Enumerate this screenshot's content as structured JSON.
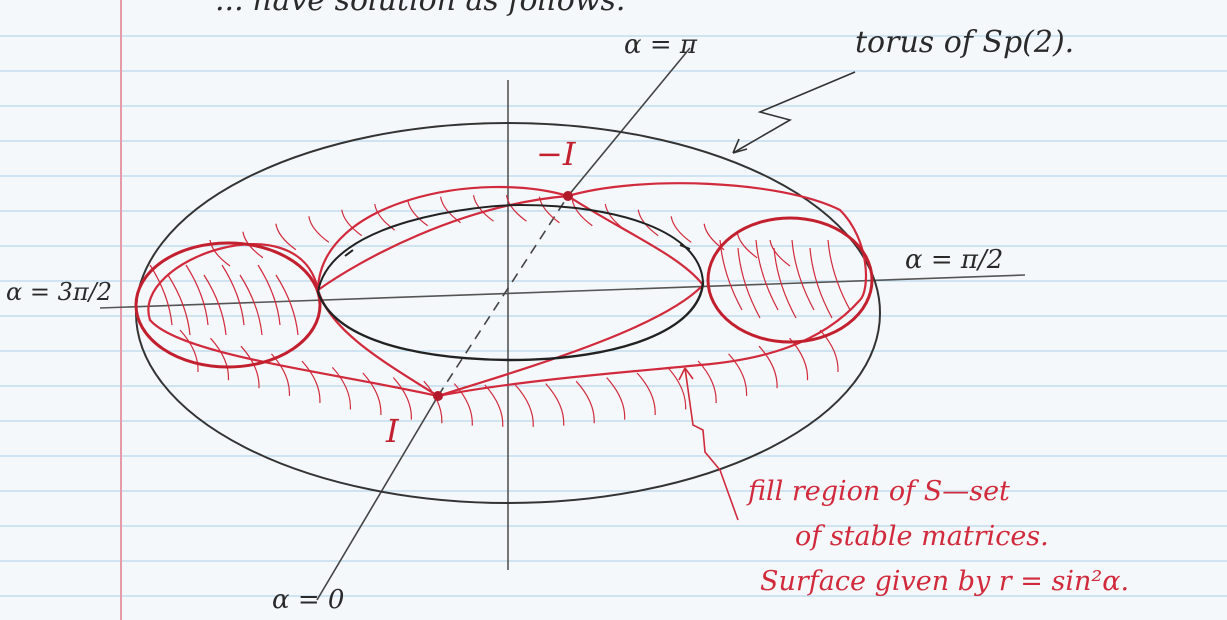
{
  "header_text": "... have solution as follows.",
  "labels": {
    "alpha_pi": "α = π",
    "alpha_pi_half": "α = π/2",
    "alpha_3pi_half": "α = 3π/2",
    "alpha_zero": "α = 0",
    "torus": "torus of Sp(2).",
    "minus_identity": "−I",
    "identity": "I"
  },
  "annotation": {
    "line1": "fill region of S—set",
    "line2": "of stable matrices.",
    "line3": "Surface given by  r = sin²α."
  },
  "colors": {
    "paper": "#f4f8fa",
    "rule_line": "#b9d7ea",
    "margin_line": "#e79aa7",
    "ink_dark": "#2a2a2a",
    "ink_red": "#d12a3c"
  }
}
